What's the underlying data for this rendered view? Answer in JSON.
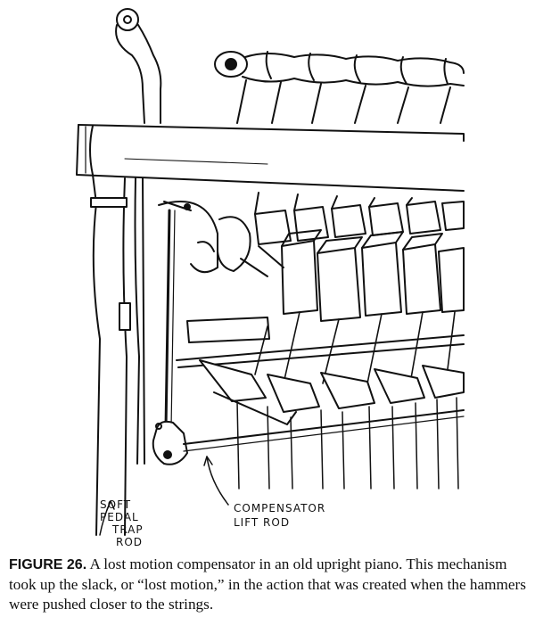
{
  "figure": {
    "label": "FIGURE 26.",
    "caption_text": "A lost motion compensator in an old upright piano. This mechanism took up the slack, or “lost motion,” in the action that was created when the hammers were pushed closer to the strings."
  },
  "callouts": {
    "soft_pedal_trap_rod": [
      "SOFT",
      "PEDAL",
      "TRAP",
      "ROD"
    ],
    "compensator_lift_rod": [
      "COMPENSATOR",
      "LIFT ROD"
    ]
  }
}
